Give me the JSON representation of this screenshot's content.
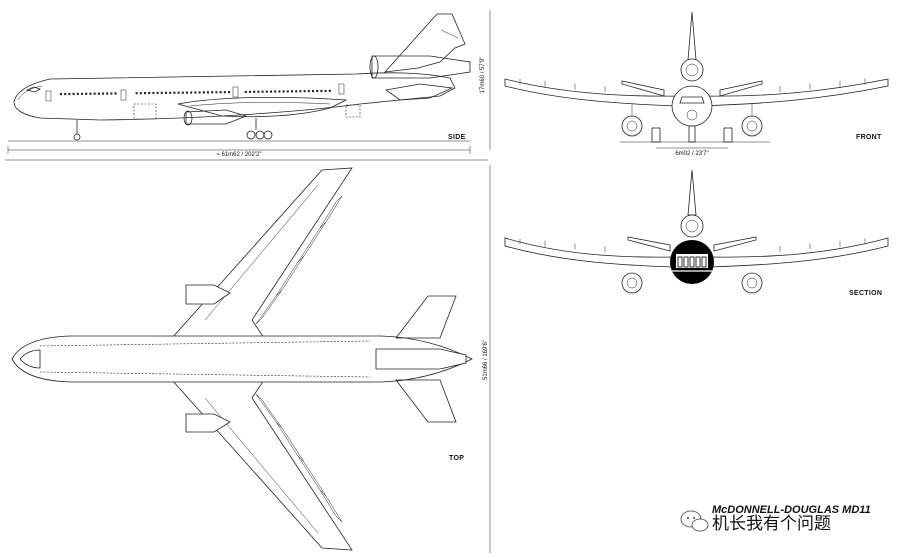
{
  "views": {
    "side": {
      "label": "SIDE",
      "length_dim": "≈ 61m62 / 202'2\"",
      "height_dim": "17m60 / 57'9\""
    },
    "front": {
      "label": "FRONT",
      "track_dim": "6m02 / 23'7\""
    },
    "section": {
      "label": "SECTION"
    },
    "top": {
      "label": "TOP",
      "span_dim": "51m66 / 169'6\""
    }
  },
  "title": "McDONNELL-DOUGLAS MD11",
  "watermark": {
    "text": "机长我有个问题",
    "icon": "wechat-icon"
  },
  "colors": {
    "line": "#222222",
    "background": "#ffffff",
    "cabin_section": "#000000"
  }
}
